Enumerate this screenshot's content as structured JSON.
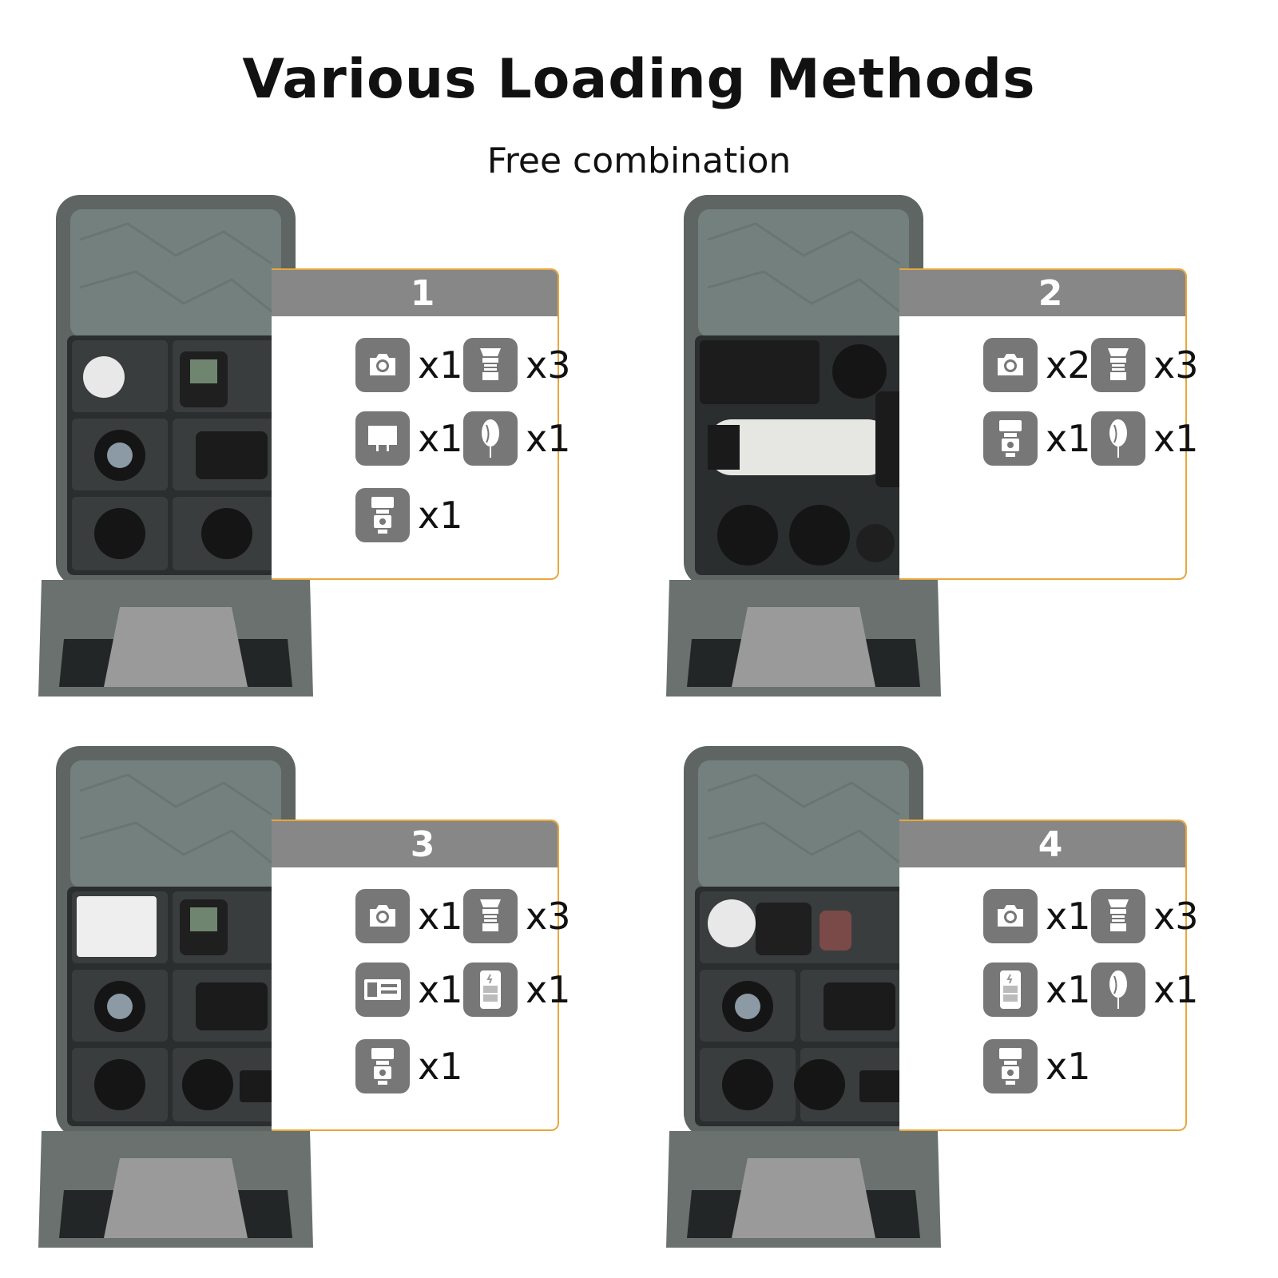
{
  "header": {
    "title": "Various Loading Methods",
    "subtitle": "Free combination"
  },
  "colors": {
    "accent": "#e8a73a",
    "header_gray": "#878787",
    "icon_gray": "#777777",
    "bag_gray": "#5f6664"
  },
  "configurations": [
    {
      "label": "1",
      "items": [
        {
          "icon": "camera-icon",
          "qty": "x1"
        },
        {
          "icon": "lens-icon",
          "qty": "x3"
        },
        {
          "icon": "charger-icon",
          "qty": "x1"
        },
        {
          "icon": "blower-icon",
          "qty": "x1"
        },
        {
          "icon": "flash-icon",
          "qty": "x1"
        }
      ]
    },
    {
      "label": "2",
      "items": [
        {
          "icon": "camera-icon",
          "qty": "x2"
        },
        {
          "icon": "lens-icon",
          "qty": "x3"
        },
        {
          "icon": "flash-icon",
          "qty": "x1"
        },
        {
          "icon": "blower-icon",
          "qty": "x1"
        }
      ]
    },
    {
      "label": "3",
      "items": [
        {
          "icon": "camera-icon",
          "qty": "x1"
        },
        {
          "icon": "lens-icon",
          "qty": "x3"
        },
        {
          "icon": "battery-charger-icon",
          "qty": "x1"
        },
        {
          "icon": "power-bank-icon",
          "qty": "x1"
        },
        {
          "icon": "flash-icon",
          "qty": "x1"
        }
      ]
    },
    {
      "label": "4",
      "items": [
        {
          "icon": "camera-icon",
          "qty": "x1"
        },
        {
          "icon": "lens-icon",
          "qty": "x3"
        },
        {
          "icon": "power-bank-icon",
          "qty": "x1"
        },
        {
          "icon": "blower-icon",
          "qty": "x1"
        },
        {
          "icon": "flash-icon",
          "qty": "x1"
        }
      ]
    }
  ]
}
